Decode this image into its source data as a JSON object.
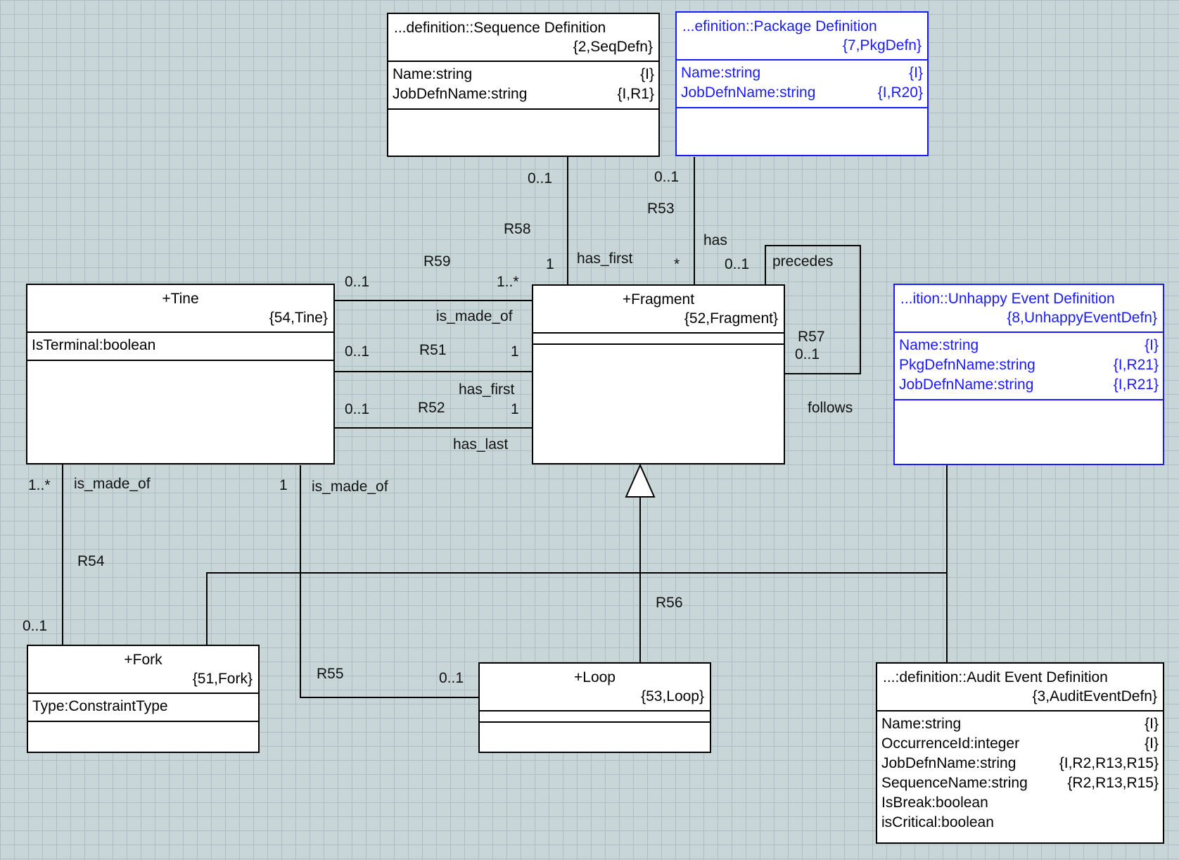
{
  "classes": {
    "seq": {
      "name": "...definition::Sequence Definition",
      "key": "{2,SeqDefn}",
      "attrs": [
        {
          "name": "Name:string",
          "id": "{I}"
        },
        {
          "name": "JobDefnName:string",
          "id": "{I,R1}"
        }
      ]
    },
    "pkg": {
      "name": "...efinition::Package Definition",
      "key": "{7,PkgDefn}",
      "attrs": [
        {
          "name": "Name:string",
          "id": "{I}"
        },
        {
          "name": "JobDefnName:string",
          "id": "{I,R20}"
        }
      ]
    },
    "tine": {
      "name": "+Tine",
      "key": "{54,Tine}",
      "attrs": [
        {
          "name": "IsTerminal:boolean",
          "id": ""
        }
      ]
    },
    "fragment": {
      "name": "+Fragment",
      "key": "{52,Fragment}",
      "attrs": []
    },
    "unhappy": {
      "name": "...ition::Unhappy Event Definition",
      "key": "{8,UnhappyEventDefn}",
      "attrs": [
        {
          "name": "Name:string",
          "id": "{I}"
        },
        {
          "name": "PkgDefnName:string",
          "id": "{I,R21}"
        },
        {
          "name": "JobDefnName:string",
          "id": "{I,R21}"
        }
      ]
    },
    "fork": {
      "name": "+Fork",
      "key": "{51,Fork}",
      "attrs": [
        {
          "name": "Type:ConstraintType",
          "id": ""
        }
      ]
    },
    "loop": {
      "name": "+Loop",
      "key": "{53,Loop}",
      "attrs": []
    },
    "audit": {
      "name": "...:definition::Audit Event Definition",
      "key": "{3,AuditEventDefn}",
      "attrs": [
        {
          "name": "Name:string",
          "id": "{I}"
        },
        {
          "name": "OccurrenceId:integer",
          "id": "{I}"
        },
        {
          "name": "JobDefnName:string",
          "id": "{I,R2,R13,R15}"
        },
        {
          "name": "SequenceName:string",
          "id": "{R2,R13,R15}"
        },
        {
          "name": "IsBreak:boolean",
          "id": ""
        },
        {
          "name": "isCritical:boolean",
          "id": ""
        }
      ]
    }
  },
  "labels": {
    "seq_mult": "0..1",
    "r58": "R58",
    "frag_one": "1",
    "has_first_top": "has_first",
    "pkg_mult": "0..1",
    "r53": "R53",
    "has": "has",
    "star": "*",
    "prec_mult": "0..1",
    "precedes": "precedes",
    "r57": "R57",
    "fol_mult": "0..1",
    "follows": "follows",
    "r59": "R59",
    "r59_tine_mult": "0..1",
    "r59_frag_mult": "1..*",
    "is_made_of_r59": "is_made_of",
    "r51": "R51",
    "r51_tine_mult": "0..1",
    "r51_frag_mult": "1",
    "has_first_r51": "has_first",
    "r52": "R52",
    "r52_tine_mult": "0..1",
    "r52_frag_mult": "1",
    "has_last": "has_last",
    "r54_mult_top": "1..*",
    "is_made_of_r54": "is_made_of",
    "r54": "R54",
    "r54_mult_bot": "0..1",
    "r55_mult_top": "1",
    "is_made_of_r55": "is_made_of",
    "r55": "R55",
    "r55_mult_loop": "0..1",
    "r56": "R56"
  }
}
